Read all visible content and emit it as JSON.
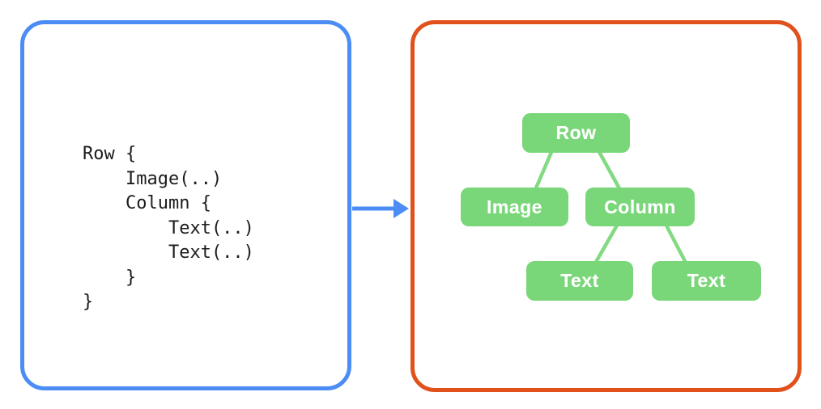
{
  "colors": {
    "code_panel_border": "#4C8DF5",
    "tree_panel_border": "#E1511C",
    "node_fill": "#79D679",
    "edge_line": "#82DA82",
    "arrow": "#4C8DF5",
    "code_text": "#1C1C1C",
    "node_text": "#FFFFFF",
    "background": "#FFFFFF"
  },
  "code_panel": {
    "lines": [
      "Row {",
      "    Image(..)",
      "    Column {",
      "        Text(..)",
      "        Text(..)",
      "    }",
      "}"
    ]
  },
  "arrow": {
    "direction": "right",
    "meaning": "code-maps-to-widget-tree"
  },
  "tree_panel": {
    "nodes": [
      {
        "id": "row",
        "label": "Row"
      },
      {
        "id": "image",
        "label": "Image"
      },
      {
        "id": "column",
        "label": "Column"
      },
      {
        "id": "text-left",
        "label": "Text"
      },
      {
        "id": "text-right",
        "label": "Text"
      }
    ],
    "edges": [
      {
        "from": "row",
        "to": "image"
      },
      {
        "from": "row",
        "to": "column"
      },
      {
        "from": "column",
        "to": "text-left"
      },
      {
        "from": "column",
        "to": "text-right"
      }
    ]
  }
}
